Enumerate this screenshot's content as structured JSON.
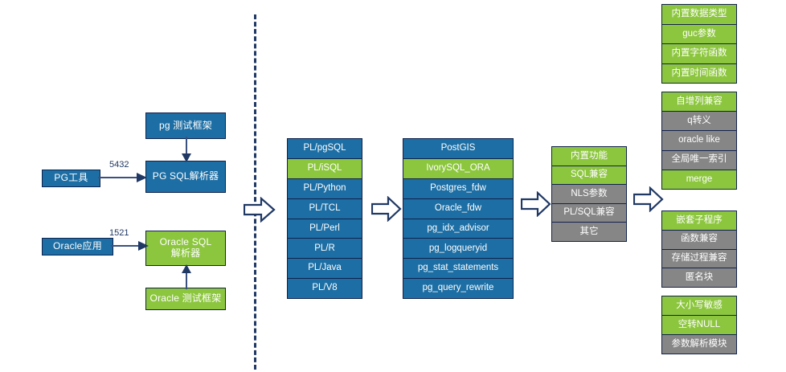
{
  "colors": {
    "blue": "#1c6ea4",
    "green": "#8cc63e",
    "gray": "#868686",
    "outline": "#11224d",
    "divider": "#1f3864",
    "connector": "#3a5180",
    "background": "#ffffff"
  },
  "diagram": {
    "left_section": {
      "nodes": [
        {
          "id": "pg-test-framework",
          "label": "pg 测试框架",
          "color": "blue"
        },
        {
          "id": "pg-sql-parser",
          "label": "PG SQL解析器",
          "color": "blue"
        },
        {
          "id": "pg-tool",
          "label": "PG工具",
          "color": "blue"
        },
        {
          "id": "oracle-app",
          "label": "Oracle应用",
          "color": "blue"
        },
        {
          "id": "oracle-sql-parser",
          "label": "Oracle SQL\n解析器",
          "color": "green"
        },
        {
          "id": "oracle-test-framework",
          "label": "Oracle 测试框架",
          "color": "green"
        }
      ],
      "port_labels": [
        {
          "id": "pg-port",
          "value": "5432"
        },
        {
          "id": "oracle-port",
          "value": "1521"
        }
      ]
    },
    "column_pl": {
      "name": "procedural-languages",
      "items": [
        {
          "label": "PL/pgSQL",
          "color": "blue"
        },
        {
          "label": "PL/iSQL",
          "color": "green"
        },
        {
          "label": "PL/Python",
          "color": "blue"
        },
        {
          "label": "PL/TCL",
          "color": "blue"
        },
        {
          "label": "PL/Perl",
          "color": "blue"
        },
        {
          "label": "PL/R",
          "color": "blue"
        },
        {
          "label": "PL/Java",
          "color": "blue"
        },
        {
          "label": "PL/V8",
          "color": "blue"
        }
      ]
    },
    "column_extensions": {
      "name": "extensions",
      "items": [
        {
          "label": "PostGIS",
          "color": "blue"
        },
        {
          "label": "IvorySQL_ORA",
          "color": "green"
        },
        {
          "label": "Postgres_fdw",
          "color": "blue"
        },
        {
          "label": "Oracle_fdw",
          "color": "blue"
        },
        {
          "label": "pg_idx_advisor",
          "color": "blue"
        },
        {
          "label": "pg_logqueryid",
          "color": "blue"
        },
        {
          "label": "pg_stat_statements",
          "color": "blue"
        },
        {
          "label": "pg_query_rewrite",
          "color": "blue"
        }
      ]
    },
    "column_capabilities": {
      "name": "capabilities",
      "items": [
        {
          "label": "内置功能",
          "color": "green"
        },
        {
          "label": "SQL兼容",
          "color": "green"
        },
        {
          "label": "NLS参数",
          "color": "gray"
        },
        {
          "label": "PL/SQL兼容",
          "color": "gray"
        },
        {
          "label": "其它",
          "color": "gray"
        }
      ]
    },
    "column_details": {
      "name": "details",
      "groups": [
        {
          "id": "builtin-group",
          "items": [
            {
              "label": "内置数据类型",
              "color": "green"
            },
            {
              "label": "guc参数",
              "color": "green"
            },
            {
              "label": "内置字符函数",
              "color": "green"
            },
            {
              "label": "内置时间函数",
              "color": "green"
            }
          ]
        },
        {
          "id": "sql-compat-group",
          "items": [
            {
              "label": "自增列兼容",
              "color": "green"
            },
            {
              "label": "q转义",
              "color": "gray"
            },
            {
              "label": "oracle like",
              "color": "gray"
            },
            {
              "label": "全局唯一索引",
              "color": "gray"
            },
            {
              "label": "merge",
              "color": "green"
            }
          ]
        },
        {
          "id": "plsql-compat-group",
          "items": [
            {
              "label": "嵌套子程序",
              "color": "green"
            },
            {
              "label": "函数兼容",
              "color": "gray"
            },
            {
              "label": "存储过程兼容",
              "color": "gray"
            },
            {
              "label": "匿名块",
              "color": "gray"
            }
          ]
        },
        {
          "id": "other-group",
          "items": [
            {
              "label": "大小写敏感",
              "color": "green"
            },
            {
              "label": "空转NULL",
              "color": "green"
            },
            {
              "label": "参数解析模块",
              "color": "gray"
            }
          ]
        }
      ]
    },
    "flow_arrows": [
      {
        "id": "arrow-to-pl"
      },
      {
        "id": "arrow-to-extensions"
      },
      {
        "id": "arrow-to-capabilities"
      },
      {
        "id": "arrow-to-details"
      }
    ]
  }
}
